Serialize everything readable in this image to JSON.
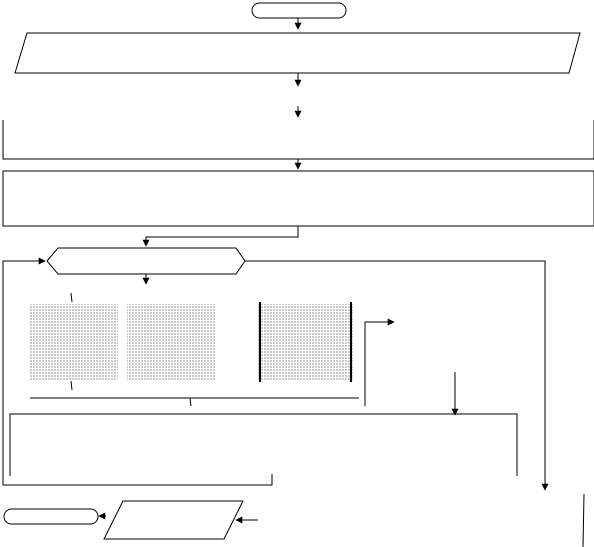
{
  "diagram": {
    "nodes": [
      {
        "id": "start",
        "shape": "terminator",
        "label": ""
      },
      {
        "id": "input-1",
        "shape": "parallelogram",
        "label": ""
      },
      {
        "id": "process-1",
        "shape": "open-rectangle",
        "label": ""
      },
      {
        "id": "process-2",
        "shape": "rectangle",
        "label": ""
      },
      {
        "id": "loop",
        "shape": "hexagon",
        "label": ""
      },
      {
        "id": "block-a",
        "shape": "dotted-rectangle",
        "label": ""
      },
      {
        "id": "block-b",
        "shape": "dotted-rectangle",
        "label": ""
      },
      {
        "id": "block-c",
        "shape": "dotted-rectangle",
        "label": ""
      },
      {
        "id": "process-3",
        "shape": "open-rectangle",
        "label": ""
      },
      {
        "id": "output",
        "shape": "parallelogram",
        "label": ""
      },
      {
        "id": "end",
        "shape": "terminator",
        "label": ""
      }
    ],
    "edges": [
      {
        "from": "start",
        "to": "input-1"
      },
      {
        "from": "input-1",
        "to": "process-1"
      },
      {
        "from": "process-1",
        "to": "process-2"
      },
      {
        "from": "process-2",
        "to": "loop"
      },
      {
        "from": "loop",
        "to": "block-a"
      },
      {
        "from": "block-c",
        "to": "process-3"
      },
      {
        "from": "process-3",
        "to": "loop"
      },
      {
        "from": "loop",
        "to": "output"
      },
      {
        "from": "output",
        "to": "end"
      }
    ]
  }
}
